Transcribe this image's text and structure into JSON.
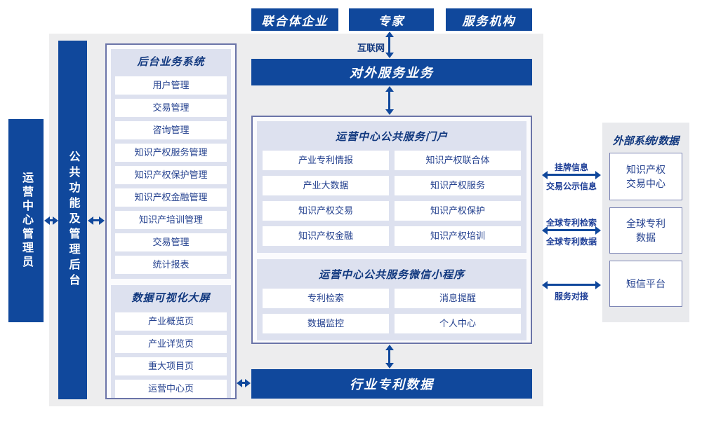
{
  "colors": {
    "primary_blue": "#10489c",
    "panel_lavender": "#dde1ef",
    "container_gray": "#ededee",
    "border_slate": "#6b74a8",
    "text_blue": "#24418f"
  },
  "actors": [
    "联合体企业",
    "专家",
    "服务机构"
  ],
  "network_label": "互联网",
  "external_service_bar": "对外服务业务",
  "industry_data_bar": "行业专利数据",
  "left_bars": {
    "operator": "运营中心管理员",
    "backend": "公共功能及管理后台"
  },
  "backend_system": {
    "title": "后台业务系统",
    "items": [
      "用户管理",
      "交易管理",
      "咨询管理",
      "知识产权服务管理",
      "知识产权保护管理",
      "知识产权金融管理",
      "知识产培训管理",
      "交易管理",
      "统计报表"
    ]
  },
  "data_screen": {
    "title": "数据可视化大屏",
    "items": [
      "产业概览页",
      "产业详览页",
      "重大项目页",
      "运营中心页"
    ]
  },
  "portal": {
    "title": "运营中心公共服务门户",
    "items": [
      "产业专利情报",
      "知识产权联合体",
      "产业大数据",
      "知识产权服务",
      "知识产权交易",
      "知识产权保护",
      "知识产权金融",
      "知识产权培训"
    ]
  },
  "mini_program": {
    "title": "运营中心公共服务微信小程序",
    "items": [
      "专利检索",
      "消息提醒",
      "数据监控",
      "个人中心"
    ]
  },
  "external_systems": {
    "title": "外部系统/数据",
    "boxes": [
      "知识产权\n交易中心",
      "全球专利\n数据",
      "短信平台"
    ]
  },
  "link_labels": {
    "trade_top": "挂牌信息",
    "trade_bottom": "交易公示信息",
    "patent_top": "全球专利检索",
    "patent_bottom": "全球专利数据",
    "sms_bottom": "服务对接"
  }
}
